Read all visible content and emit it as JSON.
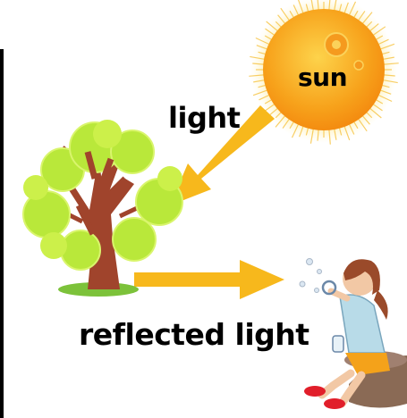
{
  "labels": {
    "sun": "sun",
    "light": "light",
    "reflected_light": "reflected light"
  },
  "colors": {
    "background": "#ffffff",
    "border": "#000000",
    "sun_core": "#f7a21b",
    "sun_rim": "#fbd25a",
    "arrow": "#f7b81c",
    "foliage": "#b9e83a",
    "trunk": "#a0442c",
    "grass": "#7cc23a",
    "text": "#000000"
  },
  "icons": [
    "sun-icon",
    "tree-icon",
    "girl-blowing-bubbles-icon",
    "arrow-icon"
  ]
}
